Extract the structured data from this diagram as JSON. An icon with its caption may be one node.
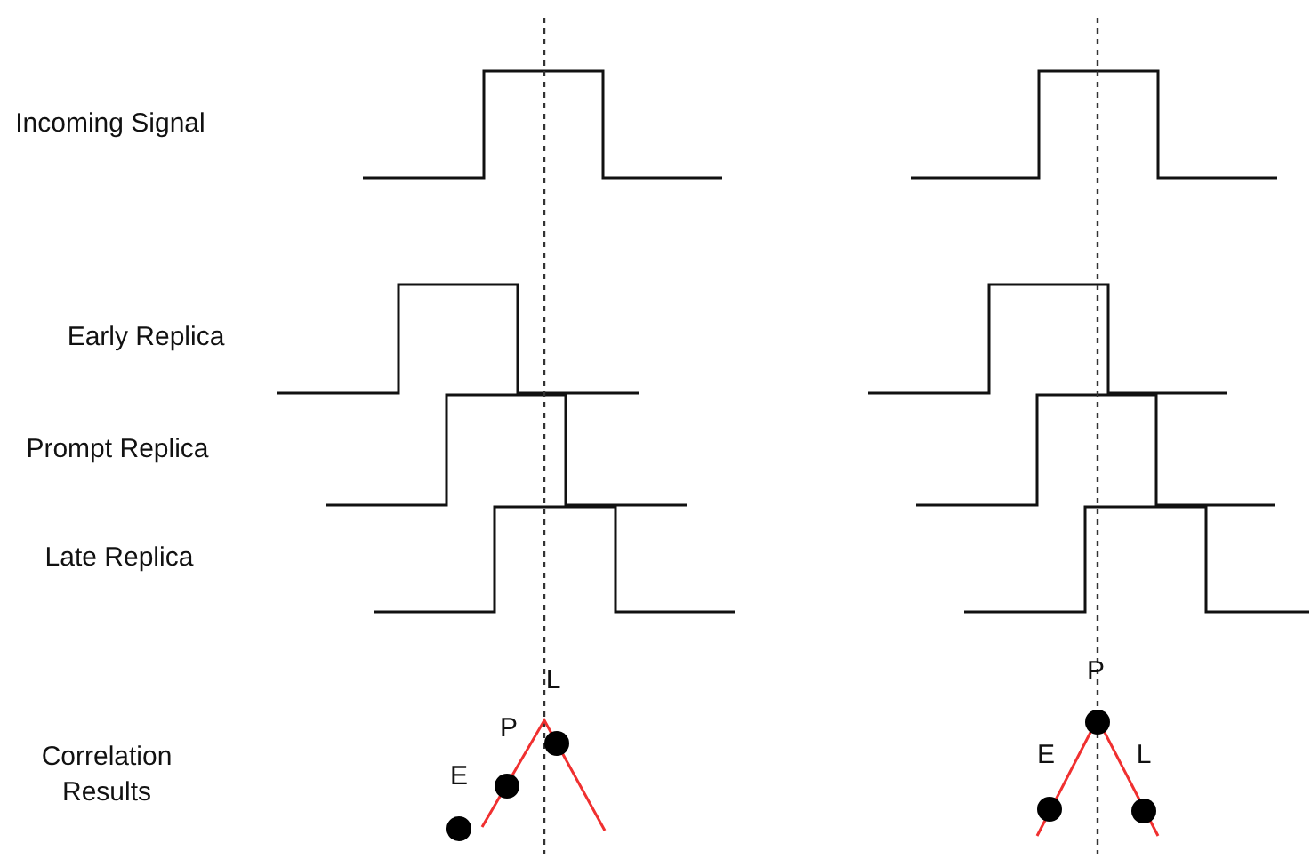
{
  "diagram": {
    "labels": [
      "Incoming Signal",
      "Early Replica",
      "Prompt Replica",
      "Late Replica",
      "Correlation Results",
      "L",
      "P",
      "E",
      "P",
      "E",
      "L"
    ]
  }
}
